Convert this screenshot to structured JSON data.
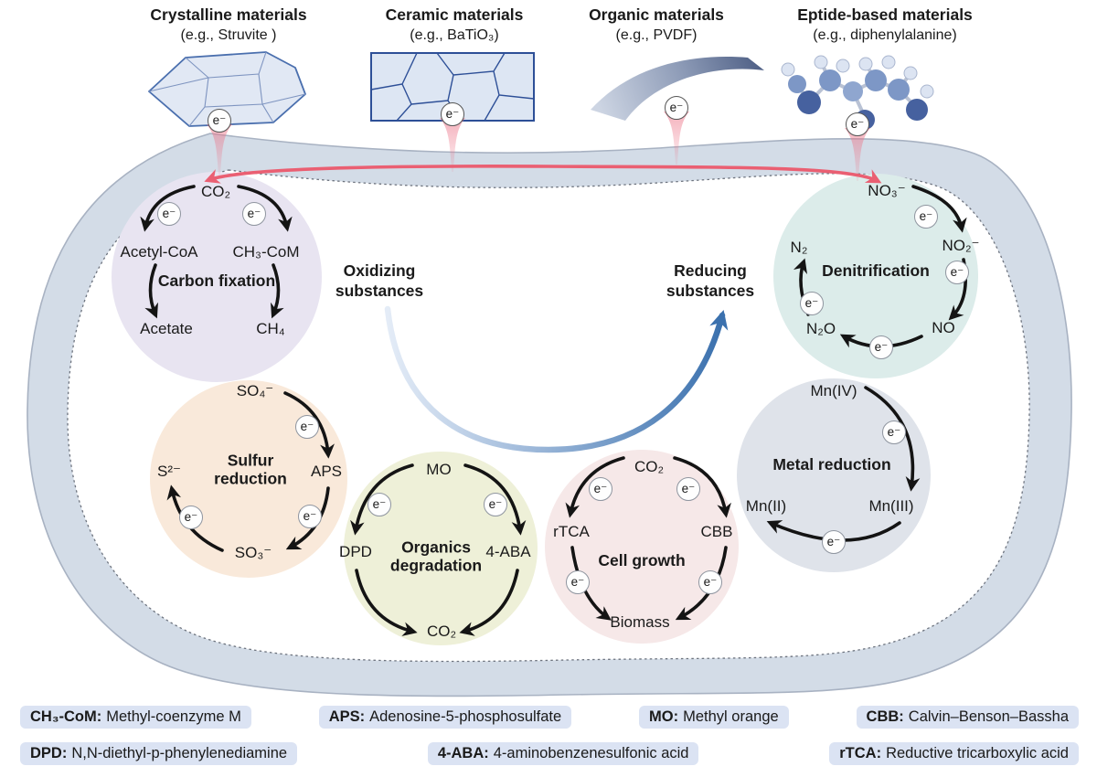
{
  "electron_symbol": "e⁻",
  "materials": [
    {
      "title": "Crystalline materials",
      "subtitle": "(e.g., Struvite )"
    },
    {
      "title": "Ceramic materials",
      "subtitle": "(e.g., BaTiO₃)"
    },
    {
      "title": "Organic materials",
      "subtitle": "(e.g., PVDF)"
    },
    {
      "title": "Eptide-based materials",
      "subtitle": "(e.g., diphenylalanine)"
    }
  ],
  "center": {
    "left_label": "Oxidizing\nsubstances",
    "right_label": "Reducing\nsubstances"
  },
  "cycles": [
    {
      "title": "Carbon fixation",
      "color": "#e8e4f1",
      "nodes": [
        {
          "label": "CO₂"
        },
        {
          "label": "Acetyl-CoA"
        },
        {
          "label": "CH₃-CoM"
        },
        {
          "label": "Acetate"
        },
        {
          "label": "CH₄"
        }
      ]
    },
    {
      "title": "Denitrification",
      "color": "#dcecea",
      "nodes": [
        {
          "label": "NO₃⁻"
        },
        {
          "label": "NO₂⁻"
        },
        {
          "label": "NO"
        },
        {
          "label": "N₂O"
        },
        {
          "label": "N₂"
        }
      ]
    },
    {
      "title": "Sulfur\nreduction",
      "color": "#f9e9da",
      "nodes": [
        {
          "label": "SO₄⁻"
        },
        {
          "label": "APS"
        },
        {
          "label": "SO₃⁻"
        },
        {
          "label": "S²⁻"
        }
      ]
    },
    {
      "title": "Organics\ndegradation",
      "color": "#eef0d8",
      "nodes": [
        {
          "label": "MO"
        },
        {
          "label": "DPD"
        },
        {
          "label": "4-ABA"
        },
        {
          "label": "CO₂"
        }
      ]
    },
    {
      "title": "Cell growth",
      "color": "#f6e8e8",
      "nodes": [
        {
          "label": "CO₂"
        },
        {
          "label": "rTCA"
        },
        {
          "label": "CBB"
        },
        {
          "label": "Biomass"
        }
      ]
    },
    {
      "title": "Metal reduction",
      "color": "#dfe3ea",
      "nodes": [
        {
          "label": "Mn(IV)"
        },
        {
          "label": "Mn(III)"
        },
        {
          "label": "Mn(II)"
        }
      ]
    }
  ],
  "legend": {
    "rows": [
      [
        {
          "abbr": "CH₃-CoM:",
          "text": "Methyl-coenzyme M"
        },
        {
          "abbr": "APS:",
          "text": "Adenosine-5-phosphosulfate"
        },
        {
          "abbr": "MO:",
          "text": "Methyl orange"
        },
        {
          "abbr": "CBB:",
          "text": "Calvin–Benson–Bassha"
        }
      ],
      [
        {
          "abbr": "DPD:",
          "text": "N,N-diethyl-p-phenylenediamine"
        },
        {
          "abbr": "4-ABA:",
          "text": "4-aminobenzenesulfonic acid"
        },
        {
          "abbr": "rTCA:",
          "text": "Reductive tricarboxylic acid"
        }
      ]
    ]
  },
  "colors": {
    "membrane_band": "#d3dce7",
    "membrane_edge": "#a8b2c2",
    "electron_path_red": "#ea5f72",
    "reducing_arrow_blue": "#3b71ae",
    "legend_pill_bg": "#dbe3f3"
  }
}
